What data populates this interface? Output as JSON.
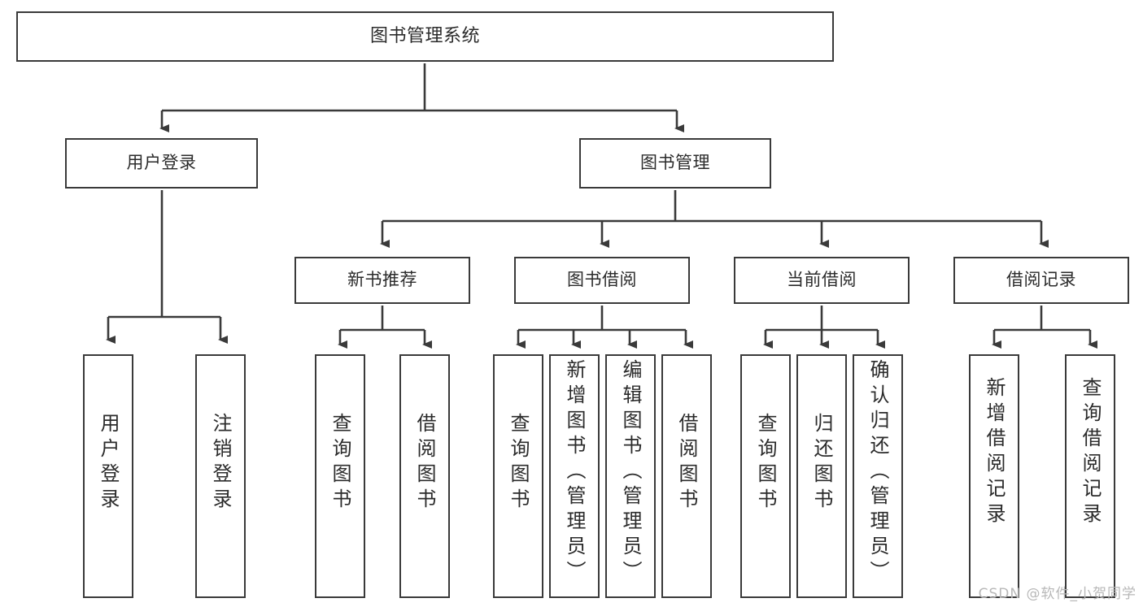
{
  "diagram": {
    "title": "图书管理系统",
    "type": "tree",
    "watermark": "CSDN @软件_小贺同学",
    "colors": {
      "box_border": "#3a3a3a",
      "box_fill": "#ffffff",
      "line": "#3a3a3a",
      "text": "#2b2b2b",
      "watermark": "#b8b8b8",
      "background": "#ffffff"
    },
    "root": {
      "label": "图书管理系统"
    },
    "level2": [
      {
        "label": "用户登录"
      },
      {
        "label": "图书管理"
      }
    ],
    "level3": [
      {
        "label": "新书推荐"
      },
      {
        "label": "图书借阅"
      },
      {
        "label": "当前借阅"
      },
      {
        "label": "借阅记录"
      }
    ],
    "leaves": {
      "user_login": [
        {
          "label": "用户登录"
        },
        {
          "label": "注销登录"
        }
      ],
      "new_book_recommend": [
        {
          "label": "查询图书"
        },
        {
          "label": "借阅图书"
        }
      ],
      "book_borrow": [
        {
          "label": "查询图书"
        },
        {
          "label": "新增图书（管理员）"
        },
        {
          "label": "编辑图书（管理员）"
        },
        {
          "label": "借阅图书"
        }
      ],
      "current_borrow": [
        {
          "label": "查询图书"
        },
        {
          "label": "归还图书"
        },
        {
          "label": "确认归还（管理员）"
        }
      ],
      "borrow_record": [
        {
          "label": "新增借阅记录"
        },
        {
          "label": "查询借阅记录"
        }
      ]
    }
  }
}
